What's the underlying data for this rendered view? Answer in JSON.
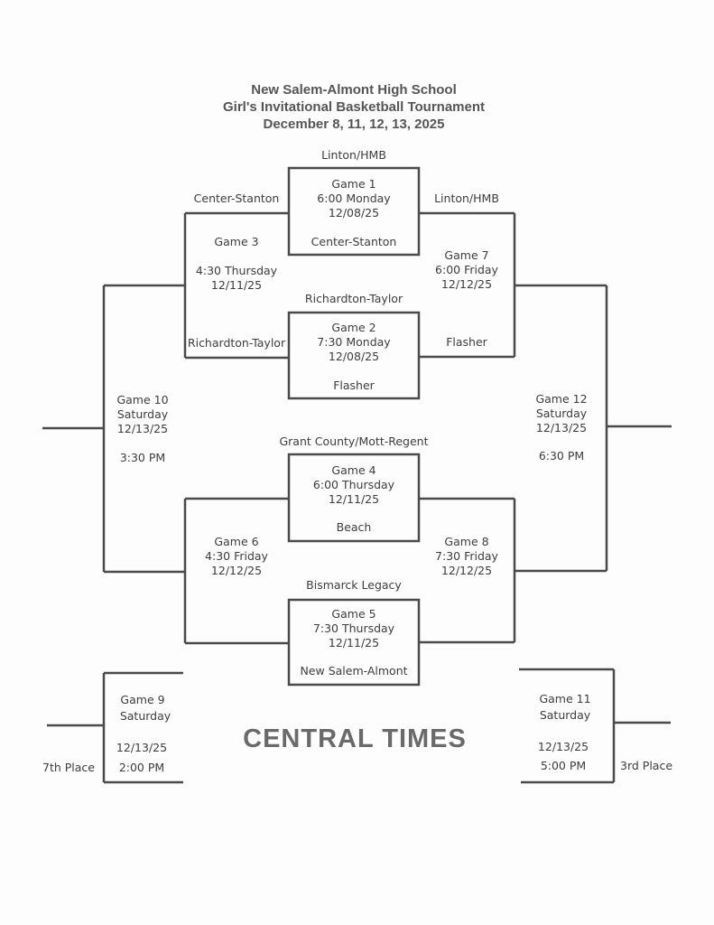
{
  "header": {
    "line1": "New Salem-Almont High School",
    "line2": "Girl's Invitational Basketball Tournament",
    "line3": "December 8, 11, 12, 13, 2025"
  },
  "teams": {
    "g1_top": "Linton/HMB",
    "g1_bottom": "Center-Stanton",
    "g2_top": "Richardton-Taylor",
    "g2_bottom": "Flasher",
    "g4_top": "Grant County/Mott-Regent",
    "g4_bottom": "Beach",
    "g5_top": "Bismarck Legacy",
    "g5_bottom": "New Salem-Almont",
    "g3_top": "Center-Stanton",
    "g3_bottom": "Richardton-Taylor",
    "g7_top": "Linton/HMB",
    "g7_bottom": "Flasher"
  },
  "games": {
    "g1": {
      "label": "Game 1",
      "time": "6:00 Monday",
      "date": "12/08/25"
    },
    "g2": {
      "label": "Game 2",
      "time": "7:30 Monday",
      "date": "12/08/25"
    },
    "g3": {
      "label": "Game 3",
      "time": "4:30 Thursday",
      "date": "12/11/25"
    },
    "g4": {
      "label": "Game 4",
      "time": "6:00 Thursday",
      "date": "12/11/25"
    },
    "g5": {
      "label": "Game 5",
      "time": "7:30 Thursday",
      "date": "12/11/25"
    },
    "g6": {
      "label": "Game 6",
      "time": "4:30 Friday",
      "date": "12/12/25"
    },
    "g7": {
      "label": "Game 7",
      "time": "6:00 Friday",
      "date": "12/12/25"
    },
    "g8": {
      "label": "Game 8",
      "time": "7:30 Friday",
      "date": "12/12/25"
    },
    "g9": {
      "label": "Game 9",
      "day": "Saturday",
      "date": "12/13/25",
      "time": "2:00 PM"
    },
    "g10": {
      "label": "Game 10",
      "day": "Saturday",
      "date": "12/13/25",
      "time": "3:30 PM"
    },
    "g11": {
      "label": "Game 11",
      "day": "Saturday",
      "date": "12/13/25",
      "time": "5:00 PM"
    },
    "g12": {
      "label": "Game 12",
      "day": "Saturday",
      "date": "12/13/25",
      "time": "6:30 PM"
    }
  },
  "places": {
    "seventh": "7th Place",
    "third": "3rd Place"
  },
  "footer_banner": "CENTRAL TIMES"
}
